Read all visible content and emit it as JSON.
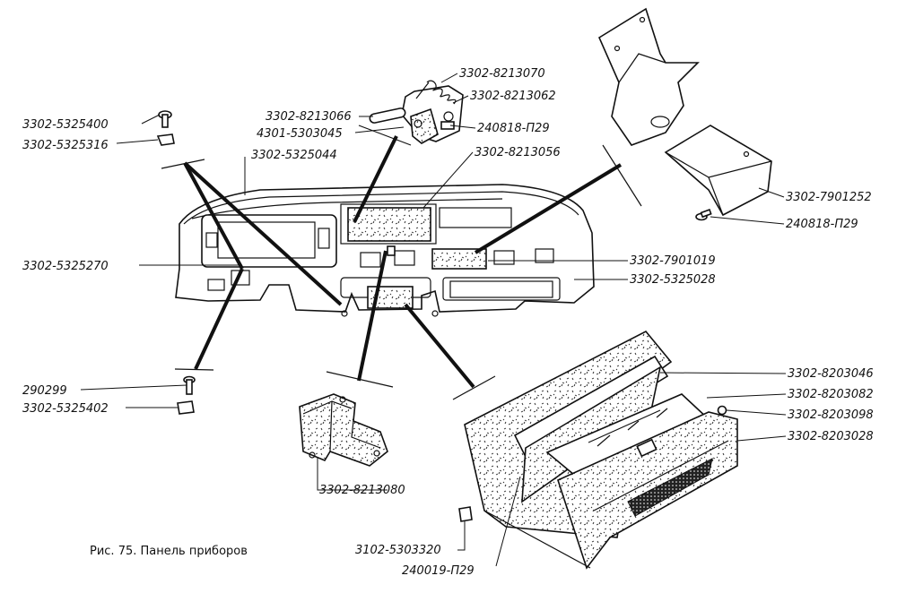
{
  "caption": "Рис. 75. Панель приборов",
  "labels": {
    "l_5325400": "3302-5325400",
    "l_5325316": "3302-5325316",
    "l_5325044": "3302-5325044",
    "l_5325270": "3302-5325270",
    "l_290299": "290299",
    "l_5325402": "3302-5325402",
    "l_8213066": "3302-8213066",
    "l_4301_5303045": "4301-5303045",
    "l_8213070": "3302-8213070",
    "l_8213062": "3302-8213062",
    "l_240818_p29_top": "240818-П29",
    "l_8213056": "3302-8213056",
    "l_7901252": "3302-7901252",
    "l_240818_p29_right": "240818-П29",
    "l_7901019": "3302-7901019",
    "l_5325028": "3302-5325028",
    "l_8203046": "3302-8203046",
    "l_8203082": "3302-8203082",
    "l_8203098": "3302-8203098",
    "l_8203028": "3302-8203028",
    "l_8213080": "3302-8213080",
    "l_3102_5303320": "3102-5303320",
    "l_240019_p29": "240019-П29"
  }
}
